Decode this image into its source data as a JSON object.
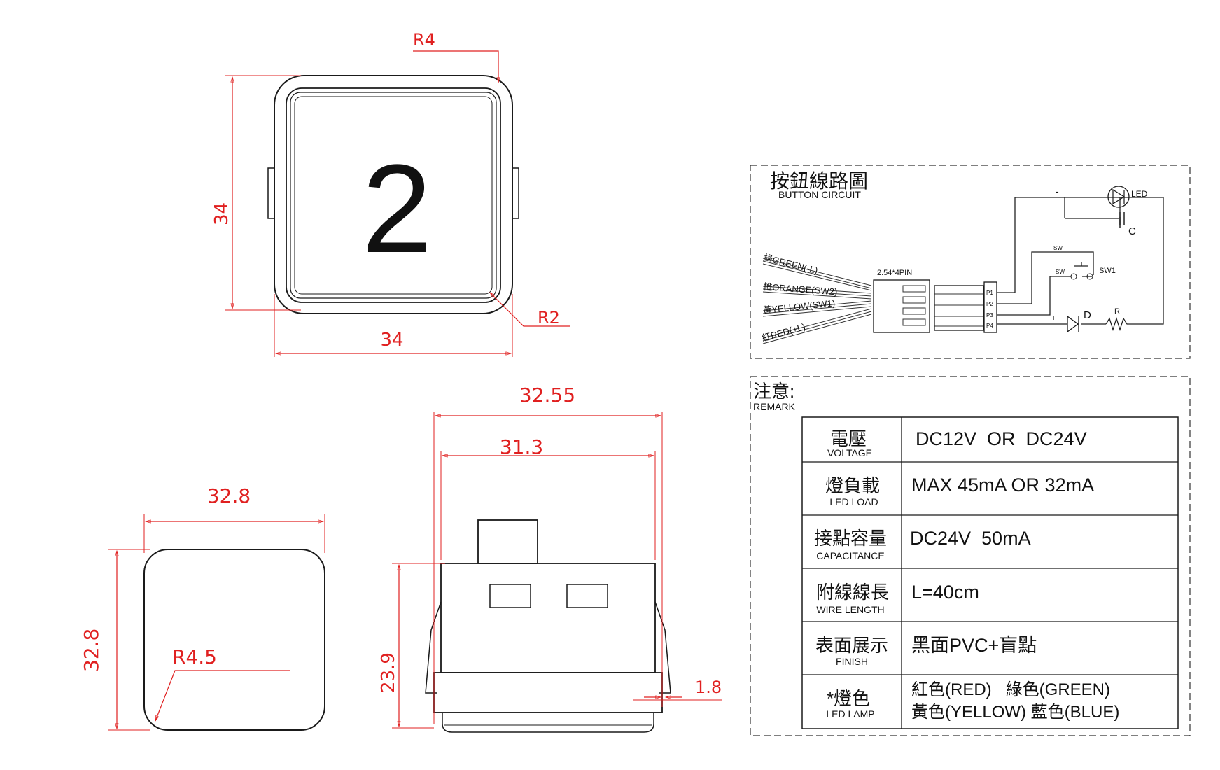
{
  "top_view": {
    "label_r4": "R4",
    "label_height": "34",
    "label_width": "34",
    "label_r2": "R2",
    "button_number": "2"
  },
  "bottom_left_view": {
    "label_width": "32.8",
    "label_height": "32.8",
    "label_radius": "R4.5"
  },
  "side_view": {
    "label_outer_width": "32.55",
    "label_inner_width": "31.3",
    "label_height": "23.9",
    "label_thickness": "1.8"
  },
  "circuit": {
    "title_cn": "按鈕線路圖",
    "title_en": "BUTTON CIRCUIT",
    "connector_label": "2.54*4PIN",
    "wires": [
      "綠GREEN(-L)",
      "橙ORANGE(SW2)",
      "黃YELLOW(SW1)",
      "紅RED(+L)"
    ],
    "pins": [
      "P1",
      "P2",
      "P3",
      "P4"
    ],
    "led_label": "LED",
    "cap_label": "C",
    "sw_label": "SW",
    "sw_label2": "SW",
    "sw1_label": "SW1",
    "diode_label": "D",
    "resistor_label": "R",
    "minus_sign": "-",
    "plus_sign": "+"
  },
  "remark": {
    "title_cn": "注意:",
    "title_en": "REMARK",
    "rows": [
      {
        "cn": "電壓",
        "en": "VOLTAGE",
        "value": "DC12V  OR  DC24V"
      },
      {
        "cn": "燈負載",
        "en": "LED LOAD",
        "value": "MAX 45mA OR 32mA"
      },
      {
        "cn": "接點容量",
        "en": "CAPACITANCE",
        "value": "DC24V  50mA"
      },
      {
        "cn": "附線線長",
        "en": "WIRE LENGTH",
        "value": "L=40cm"
      },
      {
        "cn": "表面展示",
        "en": "FINISH",
        "value": "黑面PVC+盲點"
      },
      {
        "cn": "*燈色",
        "en": "LED LAMP",
        "value": "紅色(RED)   綠色(GREEN)",
        "value2": "黃色(YELLOW) 藍色(BLUE)"
      }
    ]
  }
}
